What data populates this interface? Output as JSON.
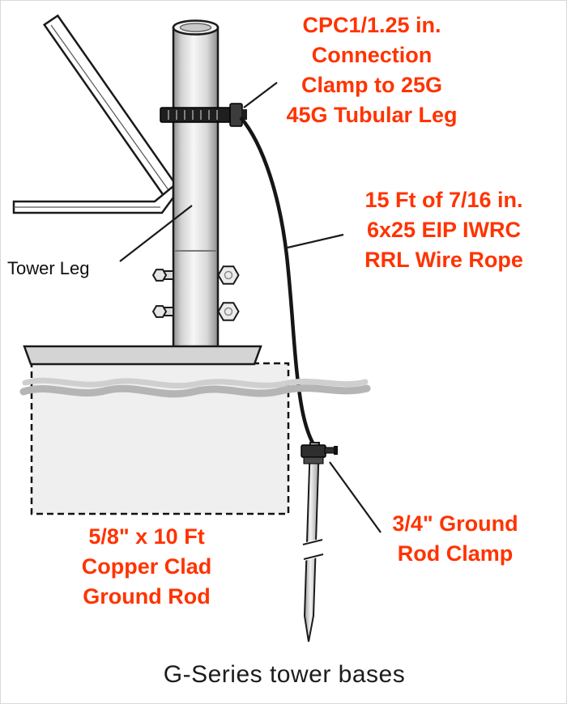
{
  "colors": {
    "accent": "#FF3300",
    "ink": "#1A1A1A",
    "steel_gray": "#D9D9D9",
    "concrete_gray": "#EFEFEF",
    "grade_gray": "#B5B5B5"
  },
  "annotations": {
    "connection_clamp": "CPC1/1.25 in.\nConnection\nClamp to 25G\n45G Tubular Leg",
    "wire_rope": "15 Ft of 7/16 in.\n6x25 EIP IWRC\nRRL Wire Rope",
    "tower_leg": "Tower Leg",
    "ground_rod": "5/8\" x 10 Ft\nCopper Clad\nGround Rod",
    "ground_rod_clamp": "3/4\" Ground\nRod Clamp",
    "caption": "G-Series tower bases"
  }
}
